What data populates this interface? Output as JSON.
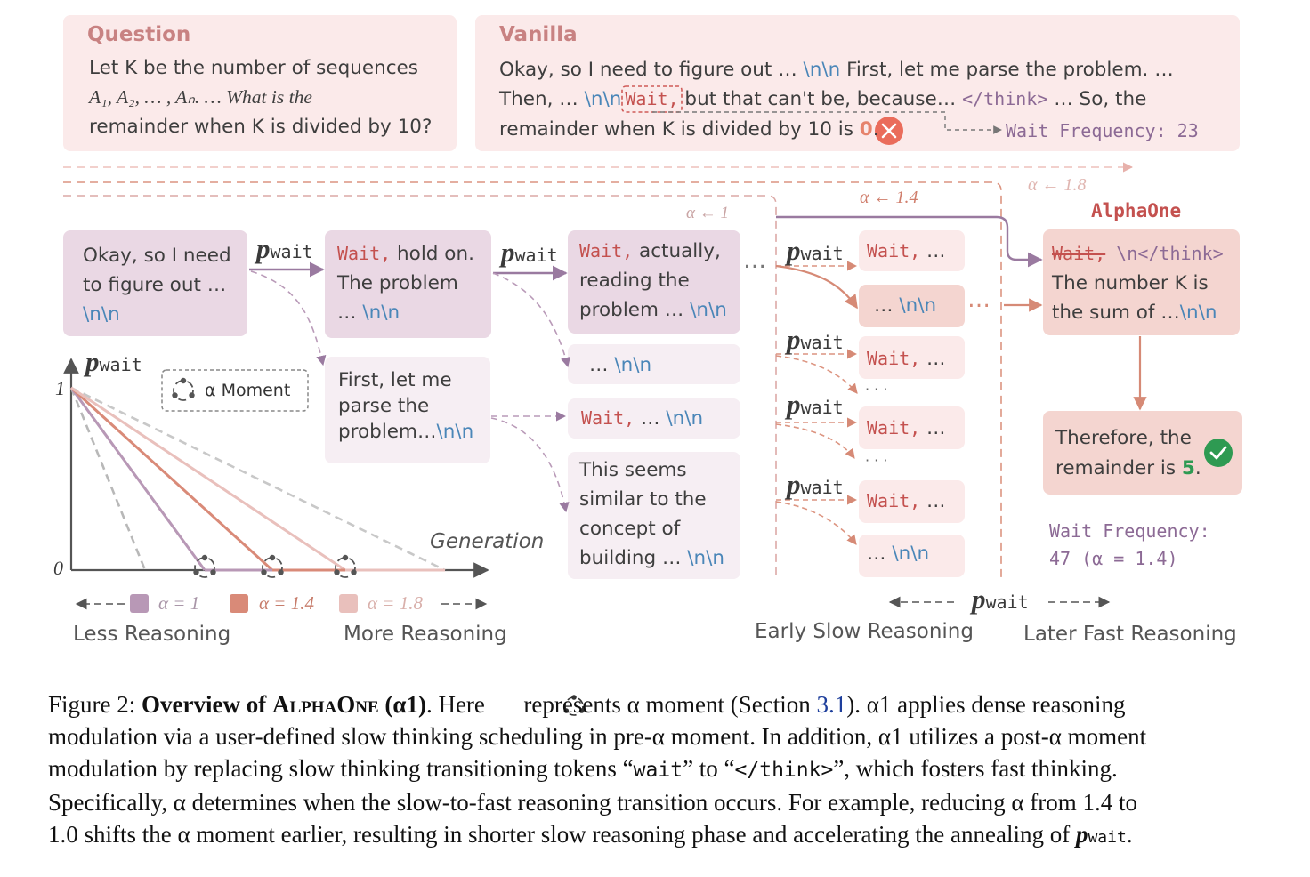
{
  "question": {
    "title": "Question",
    "line1": "Let K be the number of sequences",
    "line2": "A₁, A₂, … , Aₙ. … What is the",
    "line3": "remainder when K is divided by 10?"
  },
  "vanilla": {
    "title": "Vanilla",
    "l1a": "Okay, so I need to figure out … ",
    "l1b": "\\n\\n",
    "l1c": " First, let me parse the problem. …",
    "l2a": "Then, … ",
    "l2b": "\\n\\n",
    "l2c": "Wait,",
    "l2d": " but that can't be, because… ",
    "l2e": "</think>",
    "l2f": " … So, the",
    "l3a": "remainder when K is divided by 10 is ",
    "l3b": "0",
    "l3c": ".",
    "freq": "Wait Frequency: 23"
  },
  "alpha_labels": {
    "a1": "α ← 1",
    "a14": "α ← 1.4",
    "a18": "α ← 1.8"
  },
  "flow": {
    "pwait": "p",
    "pwait_sub": "wait",
    "box1": {
      "l1": "Okay, so I need",
      "l2": "to figure out …",
      "l3": "\\n\\n"
    },
    "box2": {
      "l1a": "Wait,",
      "l1b": " hold on.",
      "l2": "The problem",
      "l3a": "… ",
      "l3b": "\\n\\n"
    },
    "box3": {
      "l1": "First, let me",
      "l2": "parse the",
      "l3a": "problem…",
      "l3b": "\\n\\n"
    },
    "box4": {
      "l1a": "Wait,",
      "l1b": " actually,",
      "l2": "reading the",
      "l3a": "problem … ",
      "l3b": "\\n\\n"
    },
    "box5": {
      "a": "… ",
      "b": "\\n\\n"
    },
    "box6": {
      "a": "Wait,",
      "b": " … ",
      "c": "\\n\\n"
    },
    "box7": {
      "l1": "This seems",
      "l2": "similar to the",
      "l3": "concept of",
      "l4a": "building … ",
      "l4b": "\\n\\n"
    },
    "col": [
      {
        "a": "Wait,",
        "b": " …"
      },
      {
        "a": "… ",
        "b": "\\n\\n"
      },
      {
        "a": "Wait,",
        "b": " …"
      },
      {
        "a": "Wait,",
        "b": " …"
      },
      {
        "a": "Wait,",
        "b": " …"
      },
      {
        "a": "… ",
        "b": "\\n\\n"
      }
    ],
    "ellipsis": "…",
    "vdots": "· · ·"
  },
  "alphaone": {
    "title": "AlphaOne",
    "l1a": "Wait,",
    "l1b": " \\n</think>",
    "l2": "The number K is",
    "l3a": "the sum of …",
    "l3b": "\\n\\n",
    "result1": "Therefore, the",
    "result2a": "remainder is ",
    "result2b": "5",
    "result2c": ".",
    "freq1": "Wait Frequency:",
    "freq2": "47 (α = 1.4)"
  },
  "plot": {
    "ylabel": "p",
    "ylabel_sub": "wait",
    "y1": "1",
    "y0": "0",
    "xlabel": "Generation",
    "moment_legend": "α Moment",
    "legend": [
      "α = 1",
      "α = 1.4",
      "α = 1.8"
    ],
    "less": "Less Reasoning",
    "more": "More Reasoning",
    "colors": [
      "#b898b6",
      "#d98a78",
      "#e9c0bc"
    ]
  },
  "bottom_axis": {
    "label": "p",
    "label_sub": "wait",
    "early": "Early Slow Reasoning",
    "later": "Later Fast Reasoning"
  },
  "caption": {
    "fig": "Figure 2: ",
    "bold1": "Overview of ",
    "sc": "AlphaOne",
    "bold2": " (α1)",
    "t1": ". Here ",
    "t2": " represents α moment (Section ",
    "ref": "3.1",
    "t3": "). α1 applies dense reasoning",
    "line2": "modulation via a user-defined slow thinking scheduling in pre-α moment. In addition, α1 utilizes a post-α moment",
    "l3a": "modulation by replacing slow thinking transitioning tokens “",
    "l3b": "wait",
    "l3c": "” to “",
    "l3d": "</think>",
    "l3e": "”, which fosters fast thinking.",
    "line4": "Specifically, α determines when the slow-to-fast reasoning transition occurs. For example, reducing α from 1.4 to",
    "l5a": "1.0 shifts the α moment earlier, resulting in shorter slow reasoning phase and accelerating the annealing of ",
    "l5b": "p",
    "l5c": "wait",
    "l5d": "."
  }
}
